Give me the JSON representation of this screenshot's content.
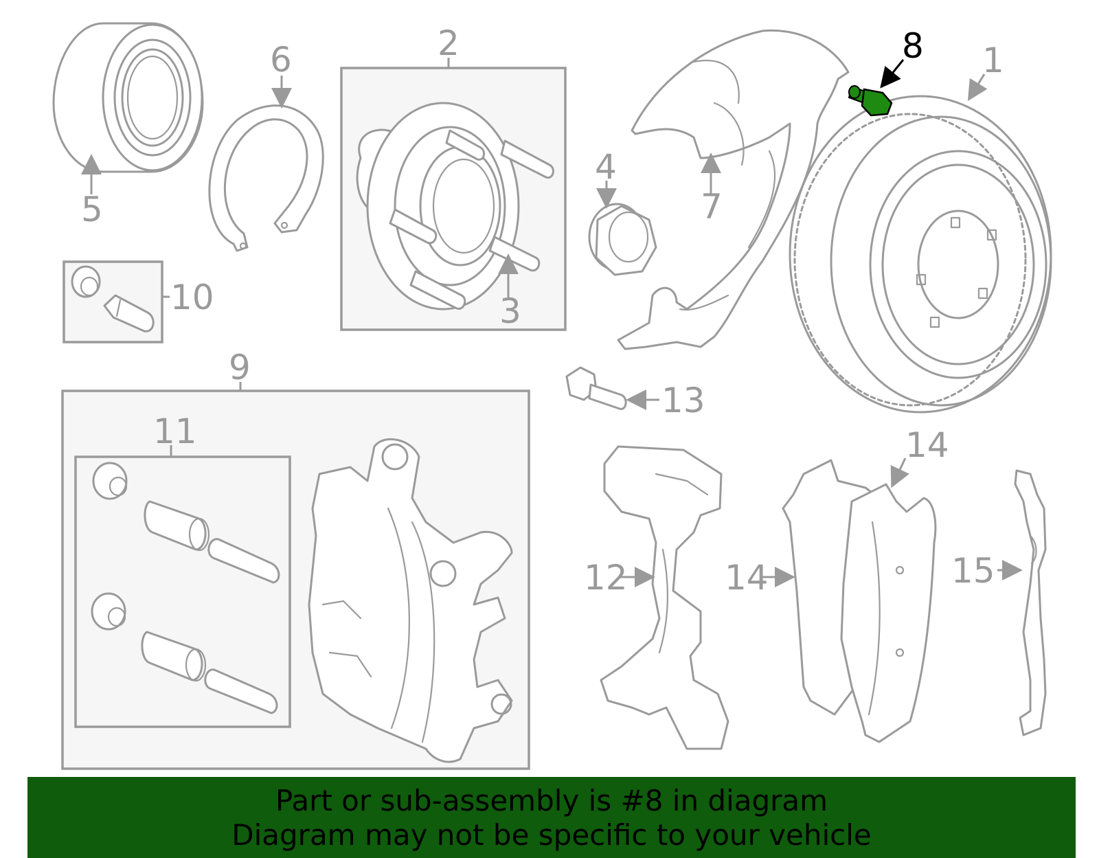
{
  "highlight_color": "#1f8a12",
  "banner_color": "#0f5c0c",
  "banner": {
    "line1": "Part or sub-assembly is #8 in diagram",
    "line2": "Diagram may not be specific to your vehicle"
  },
  "callouts": {
    "c1": "1",
    "c2": "2",
    "c3": "3",
    "c4": "4",
    "c5": "5",
    "c6": "6",
    "c7": "7",
    "c8": "8",
    "c9": "9",
    "c10": "10",
    "c11": "11",
    "c12": "12",
    "c13": "13",
    "c14a": "14",
    "c14b": "14",
    "c15": "15"
  }
}
